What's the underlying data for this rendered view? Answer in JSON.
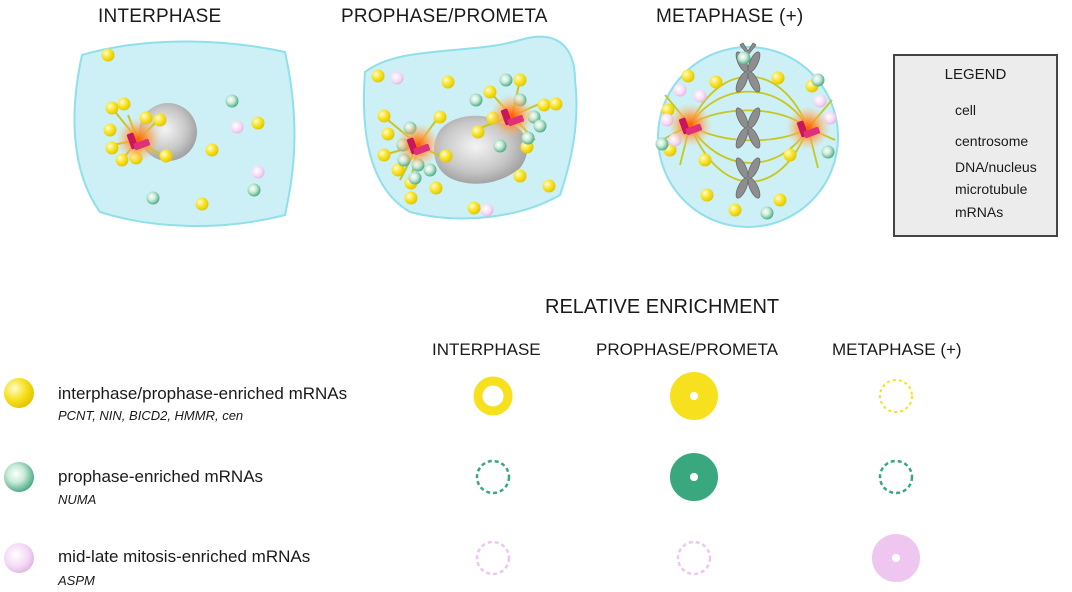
{
  "phases": [
    {
      "id": "interphase",
      "title": "INTERPHASE"
    },
    {
      "id": "prophase",
      "title": "PROPHASE/PROMETA"
    },
    {
      "id": "metaphase",
      "title": "METAPHASE (+)"
    }
  ],
  "legend": {
    "title": "LEGEND",
    "items": [
      {
        "icon": "cell-icon",
        "label": "cell"
      },
      {
        "icon": "centrosome-icon",
        "label": "centrosome"
      },
      {
        "icon": "dna-nucleus-icon",
        "label": "DNA/nucleus"
      },
      {
        "icon": "microtubule-icon",
        "label": "microtubule"
      },
      {
        "icon": "mrnas-icon",
        "label": "mRNAs"
      }
    ]
  },
  "enrichment": {
    "title": "RELATIVE ENRICHMENT",
    "columns": [
      "INTERPHASE",
      "PROPHASE/PROMETA",
      "METAPHASE (+)"
    ],
    "rows": [
      {
        "name": "interphase/prophase-enriched mRNAs",
        "genes": "PCNT, NIN, BICD2, HMMR, cen",
        "color": "#f7e11e",
        "levels": [
          "high",
          "very-high",
          "low"
        ]
      },
      {
        "name": "prophase-enriched mRNAs",
        "genes": "NUMA",
        "color": "#3aa87e",
        "levels": [
          "low",
          "very-high",
          "low"
        ]
      },
      {
        "name": "mid-late mitosis-enriched mRNAs",
        "genes": "ASPM",
        "color": "#eec6f0",
        "levels": [
          "low",
          "low",
          "very-high"
        ]
      }
    ]
  },
  "colors": {
    "cell_fill": "#ccf0f5",
    "cell_stroke": "#8fe0ea",
    "centrosome": "#c8155e",
    "centrosome_glow": "#ff7a1a",
    "microtubule": "#c9c61e",
    "nucleus": "#b8b8b8",
    "yellow_mrna": "#f7e11e",
    "green_mrna": "#3aa87e",
    "pink_mrna": "#eec6f0"
  }
}
